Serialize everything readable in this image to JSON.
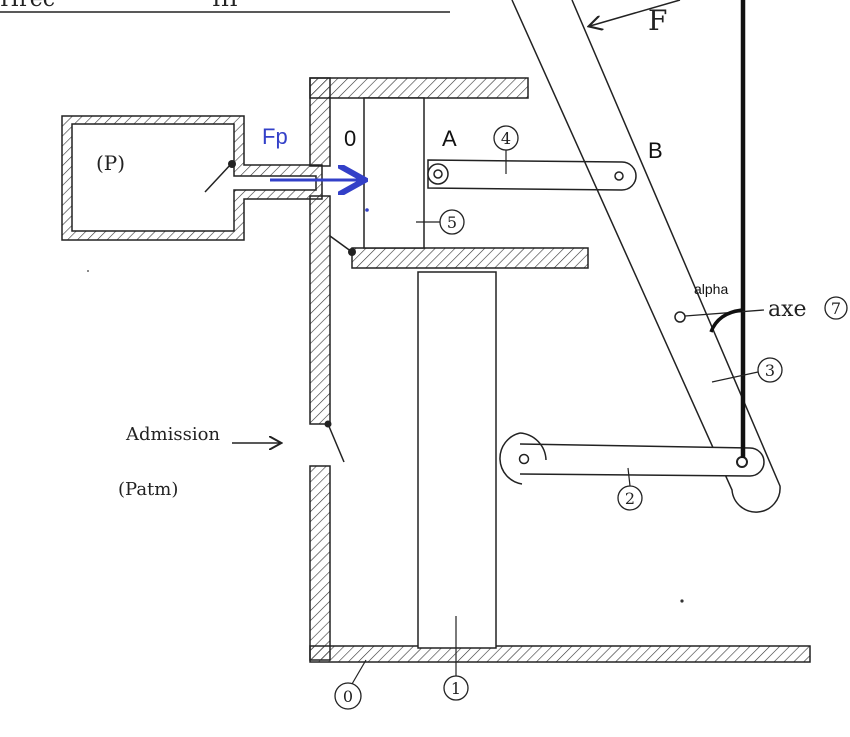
{
  "header": {
    "fragment_left": "Hrec",
    "fragment_right": "III"
  },
  "labels": {
    "force_F": "F",
    "pressure_chamber": "(P)",
    "force_Fp": "Fp",
    "point_O": "0",
    "point_A": "A",
    "point_B": "B",
    "alpha": "alpha",
    "axis_7": "axe",
    "admission": "Admission",
    "patm": "(Patm)"
  },
  "parts": [
    "0",
    "1",
    "2",
    "3",
    "4",
    "5",
    "7"
  ],
  "colors": {
    "ink": "#1a1a1a",
    "force_arrow": "#3340c8",
    "hatch": "#333333"
  }
}
